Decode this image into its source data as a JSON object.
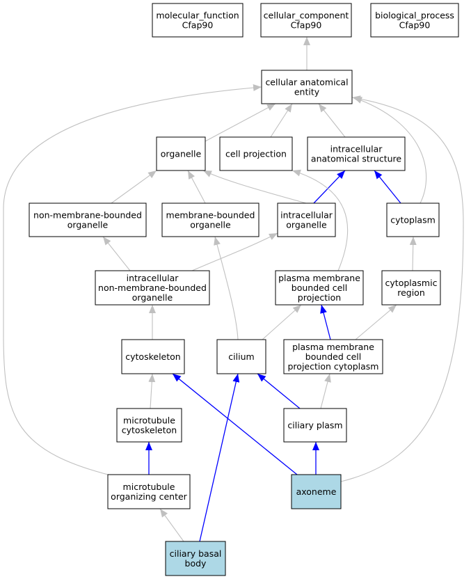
{
  "colors": {
    "background": "#ffffff",
    "node_fill": "#ffffff",
    "highlight_fill": "#add8e6",
    "node_border": "#000000",
    "gray_edge": "#c0c0c0",
    "blue_edge": "#0000ff"
  },
  "nodes": {
    "mf_root": {
      "lines": [
        "molecular_function",
        "Cfap90"
      ],
      "highlight": false
    },
    "cc_root": {
      "lines": [
        "cellular_component",
        "Cfap90"
      ],
      "highlight": false
    },
    "bp_root": {
      "lines": [
        "biological_process",
        "Cfap90"
      ],
      "highlight": false
    },
    "cae": {
      "lines": [
        "cellular anatomical",
        "entity"
      ],
      "highlight": false
    },
    "organelle": {
      "lines": [
        "organelle"
      ],
      "highlight": false
    },
    "cell_projection": {
      "lines": [
        "cell projection"
      ],
      "highlight": false
    },
    "ias": {
      "lines": [
        "intracellular",
        "anatomical structure"
      ],
      "highlight": false
    },
    "nmbo": {
      "lines": [
        "non-membrane-bounded",
        "organelle"
      ],
      "highlight": false
    },
    "mbo": {
      "lines": [
        "membrane-bounded",
        "organelle"
      ],
      "highlight": false
    },
    "io": {
      "lines": [
        "intracellular",
        "organelle"
      ],
      "highlight": false
    },
    "cytoplasm": {
      "lines": [
        "cytoplasm"
      ],
      "highlight": false
    },
    "inmbo": {
      "lines": [
        "intracellular",
        "non-membrane-bounded",
        "organelle"
      ],
      "highlight": false
    },
    "pmbcp": {
      "lines": [
        "plasma membrane",
        "bounded cell",
        "projection"
      ],
      "highlight": false
    },
    "cyto_region": {
      "lines": [
        "cytoplasmic",
        "region"
      ],
      "highlight": false
    },
    "cytoskeleton": {
      "lines": [
        "cytoskeleton"
      ],
      "highlight": false
    },
    "cilium": {
      "lines": [
        "cilium"
      ],
      "highlight": false
    },
    "pmbcpc": {
      "lines": [
        "plasma membrane",
        "bounded cell",
        "projection cytoplasm"
      ],
      "highlight": false
    },
    "mt_cytoskeleton": {
      "lines": [
        "microtubule",
        "cytoskeleton"
      ],
      "highlight": false
    },
    "ciliary_plasm": {
      "lines": [
        "ciliary plasm"
      ],
      "highlight": false
    },
    "mtoc": {
      "lines": [
        "microtubule",
        "organizing center"
      ],
      "highlight": false
    },
    "axoneme": {
      "lines": [
        "axoneme"
      ],
      "highlight": true
    },
    "ciliary_basal_body": {
      "lines": [
        "ciliary basal",
        "body"
      ],
      "highlight": true
    }
  },
  "edges": [
    {
      "from": "cae",
      "to": "cc_root",
      "kind": "is_a"
    },
    {
      "from": "organelle",
      "to": "cae",
      "kind": "is_a"
    },
    {
      "from": "cell_projection",
      "to": "cae",
      "kind": "is_a"
    },
    {
      "from": "ias",
      "to": "cae",
      "kind": "is_a"
    },
    {
      "from": "cytoplasm",
      "to": "cae",
      "kind": "is_a"
    },
    {
      "from": "mtoc",
      "to": "cae",
      "kind": "is_a"
    },
    {
      "from": "axoneme",
      "to": "cae",
      "kind": "is_a"
    },
    {
      "from": "nmbo",
      "to": "organelle",
      "kind": "is_a"
    },
    {
      "from": "mbo",
      "to": "organelle",
      "kind": "is_a"
    },
    {
      "from": "io",
      "to": "organelle",
      "kind": "is_a"
    },
    {
      "from": "io",
      "to": "ias",
      "kind": "part_of"
    },
    {
      "from": "cytoplasm",
      "to": "ias",
      "kind": "part_of"
    },
    {
      "from": "pmbcp",
      "to": "cell_projection",
      "kind": "is_a"
    },
    {
      "from": "inmbo",
      "to": "nmbo",
      "kind": "is_a"
    },
    {
      "from": "inmbo",
      "to": "io",
      "kind": "is_a"
    },
    {
      "from": "cyto_region",
      "to": "cytoplasm",
      "kind": "is_a"
    },
    {
      "from": "cytoskeleton",
      "to": "inmbo",
      "kind": "is_a"
    },
    {
      "from": "cilium",
      "to": "mbo",
      "kind": "is_a"
    },
    {
      "from": "cilium",
      "to": "pmbcp",
      "kind": "is_a"
    },
    {
      "from": "pmbcpc",
      "to": "pmbcp",
      "kind": "part_of"
    },
    {
      "from": "pmbcpc",
      "to": "cyto_region",
      "kind": "is_a"
    },
    {
      "from": "mt_cytoskeleton",
      "to": "cytoskeleton",
      "kind": "is_a"
    },
    {
      "from": "ciliary_plasm",
      "to": "cilium",
      "kind": "part_of"
    },
    {
      "from": "ciliary_plasm",
      "to": "pmbcpc",
      "kind": "is_a"
    },
    {
      "from": "mtoc",
      "to": "mt_cytoskeleton",
      "kind": "part_of"
    },
    {
      "from": "axoneme",
      "to": "cytoskeleton",
      "kind": "part_of"
    },
    {
      "from": "axoneme",
      "to": "ciliary_plasm",
      "kind": "part_of"
    },
    {
      "from": "ciliary_basal_body",
      "to": "mtoc",
      "kind": "is_a"
    },
    {
      "from": "ciliary_basal_body",
      "to": "cilium",
      "kind": "part_of"
    }
  ]
}
